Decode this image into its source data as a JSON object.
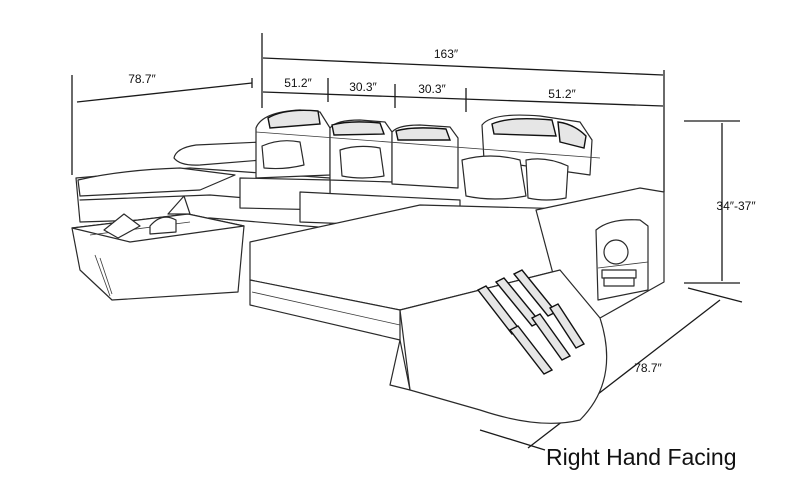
{
  "dimensions": {
    "total_width": "163″",
    "chaise_depth_left": "78.7″",
    "chaise_depth_right": "78.7″",
    "segment_1": "51.2″",
    "segment_2": "30.3″",
    "segment_3": "30.3″",
    "segment_4": "51.2″",
    "height": "34″-37″"
  },
  "caption": "Right Hand Facing"
}
